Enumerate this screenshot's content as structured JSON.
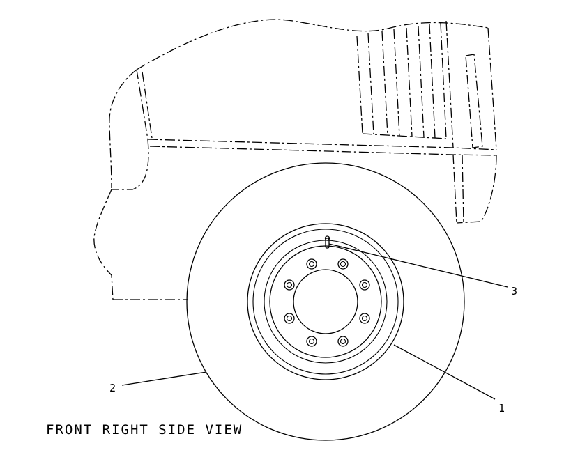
{
  "view_title": "FRONT RIGHT SIDE VIEW",
  "callouts": [
    {
      "number": "1",
      "part": "rim"
    },
    {
      "number": "2",
      "part": "tire"
    },
    {
      "number": "3",
      "part": "valve-stem"
    }
  ]
}
